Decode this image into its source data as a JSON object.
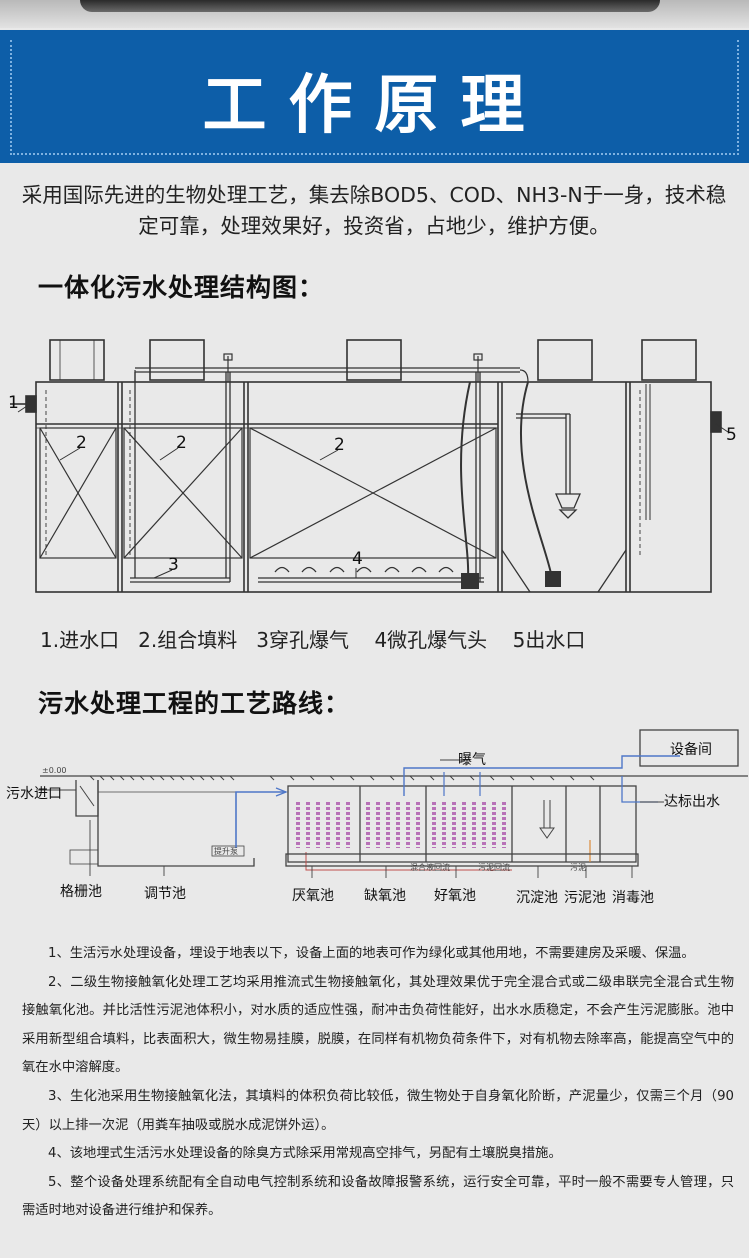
{
  "banner": {
    "title": "工作原理"
  },
  "intro": "采用国际先进的生物处理工艺，集去除BOD5、COD、NH3-N于一身，技术稳定可靠，处理效果好，投资省，占地少，维护方便。",
  "section1": {
    "title": "一体化污水处理结构图：",
    "labels": {
      "n1": "1",
      "n2": "2",
      "n3": "3",
      "n4": "4",
      "n5": "5"
    },
    "legend": "1.进水口   2.组合填料   3穿孔爆气    4微孔爆气头    5出水口"
  },
  "section2": {
    "title": "污水处理工程的工艺路线：",
    "labels": {
      "equipment_room": "设备间",
      "aeration": "曝气",
      "inlet": "污水进口",
      "outlet": "达标出水",
      "grille": "格栅池",
      "regulating": "调节池",
      "anaerobic": "厌氧池",
      "anoxic": "缺氧池",
      "aerobic": "好氧池",
      "settling": "沉淀池",
      "sludge": "污泥池",
      "disinfection": "消毒池",
      "mixed_return": "混合液回流",
      "sludge_return": "污泥回流",
      "sludge_small": "污泥",
      "pump_small": "提升泵",
      "level_small": "±0.00"
    }
  },
  "notes": [
    "1、生活污水处理设备，埋设于地表以下，设备上面的地表可作为绿化或其他用地，不需要建房及采暖、保温。",
    "2、二级生物接触氧化处理工艺均采用推流式生物接触氧化，其处理效果优于完全混合式或二级串联完全混合式生物接触氧化池。并比活性污泥池体积小，对水质的适应性强，耐冲击负荷性能好，出水水质稳定，不会产生污泥膨胀。池中采用新型组合填料，比表面积大，微生物易挂膜，脱膜，在同样有机物负荷条件下，对有机物去除率高，能提高空气中的氧在水中溶解度。",
    "3、生化池采用生物接触氧化法，其填料的体积负荷比较低，微生物处于自身氧化阶断，产泥量少，仅需三个月（90天）以上排一次泥（用粪车抽吸或脱水成泥饼外运）。",
    "4、该地埋式生活污水处理设备的除臭方式除采用常规高空排气，另配有土壤脱臭措施。",
    "5、整个设备处理系统配有全自动电气控制系统和设备故障报警系统，运行安全可靠，平时一般不需要专人管理，只需适时地对设备进行维护和保养。"
  ],
  "colors": {
    "banner": "#0d5ea8",
    "background": "#e9e9e9",
    "pipe_blue": "#4f77c8",
    "media_purple": "#b872b8"
  }
}
